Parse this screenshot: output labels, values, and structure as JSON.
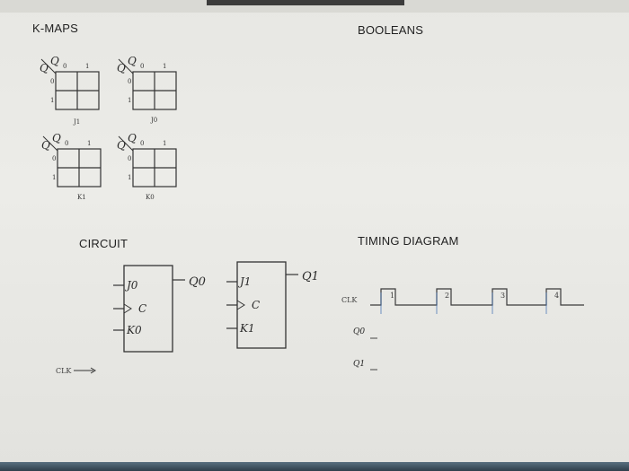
{
  "headings": {
    "kmaps": "K-MAPS",
    "booleans": "BOOLEANS",
    "circuit": "CIRCUIT",
    "timing": "TIMING DIAGRAM"
  },
  "kmaps": [
    {
      "caption": "J1",
      "col0": "0",
      "col1": "1",
      "row0": "0",
      "row1": "1"
    },
    {
      "caption": "J0",
      "col0": "0",
      "col1": "1",
      "row0": "0",
      "row1": "1"
    },
    {
      "caption": "K1",
      "col0": "0",
      "col1": "1",
      "row0": "0",
      "row1": "1"
    },
    {
      "caption": "K0",
      "col0": "0",
      "col1": "1",
      "row0": "0",
      "row1": "1"
    }
  ],
  "circuit": {
    "ff0_out": "Q0",
    "ff1_out": "Q1",
    "ff0_j": "J0",
    "ff0_k": "K0",
    "ff1_j": "J1",
    "ff1_k": "K1",
    "clk_pin": "C",
    "clk_input": "CLK"
  },
  "timing": {
    "clk_label": "CLK",
    "q0_label": "Q0",
    "q1_label": "Q1",
    "pulses": [
      "1",
      "2",
      "3",
      "4"
    ]
  }
}
